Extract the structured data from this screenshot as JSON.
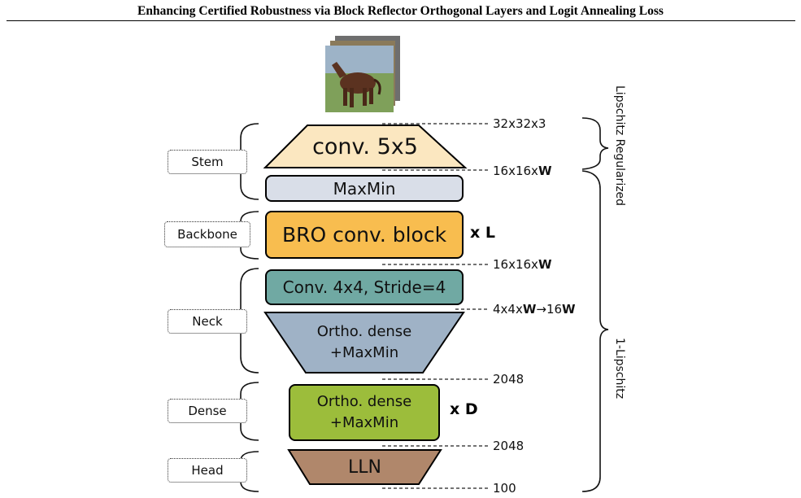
{
  "header": {
    "title": "Enhancing Certified Robustness via Block Reflector Orthogonal Layers and Logit Annealing Loss"
  },
  "input_image": {
    "description_icon": "horse-photo-icon"
  },
  "stages": {
    "stem": "Stem",
    "backbone": "Backbone",
    "neck": "Neck",
    "dense": "Dense",
    "head": "Head"
  },
  "layers": {
    "conv5": "conv. 5x5",
    "maxmin": "MaxMin",
    "bro": "BRO conv. block",
    "conv4": "Conv. 4x4, Stride=4",
    "ortho_neck_line1": "Ortho. dense",
    "ortho_neck_line2": "+MaxMin",
    "ortho_dense_line1": "Ortho. dense",
    "ortho_dense_line2": "+MaxMin",
    "lln": "LLN"
  },
  "multipliers": {
    "backbone": "x L",
    "dense": "x D"
  },
  "dims": {
    "d0": "32x32x3",
    "d1_prefix": "16x16x",
    "d1_bold": "W",
    "d2_prefix": "16x16x",
    "d2_bold": "W",
    "d3_prefix": "4x4x",
    "d3_bold": "W",
    "d3_arrow": "→16",
    "d3_bold2": "W",
    "d4": "2048",
    "d5": "2048",
    "d6": "100"
  },
  "side_labels": {
    "upper": "Lipschitz Regularized",
    "lower": "1-Lipschitz"
  },
  "colors": {
    "conv5": "#fbe7c0",
    "maxmin": "#d9dee8",
    "bro": "#f8bd4f",
    "conv4": "#70a9a3",
    "ortho_neck": "#9fb2c6",
    "ortho_dense": "#9cbd3b",
    "lln": "#b0876b"
  }
}
